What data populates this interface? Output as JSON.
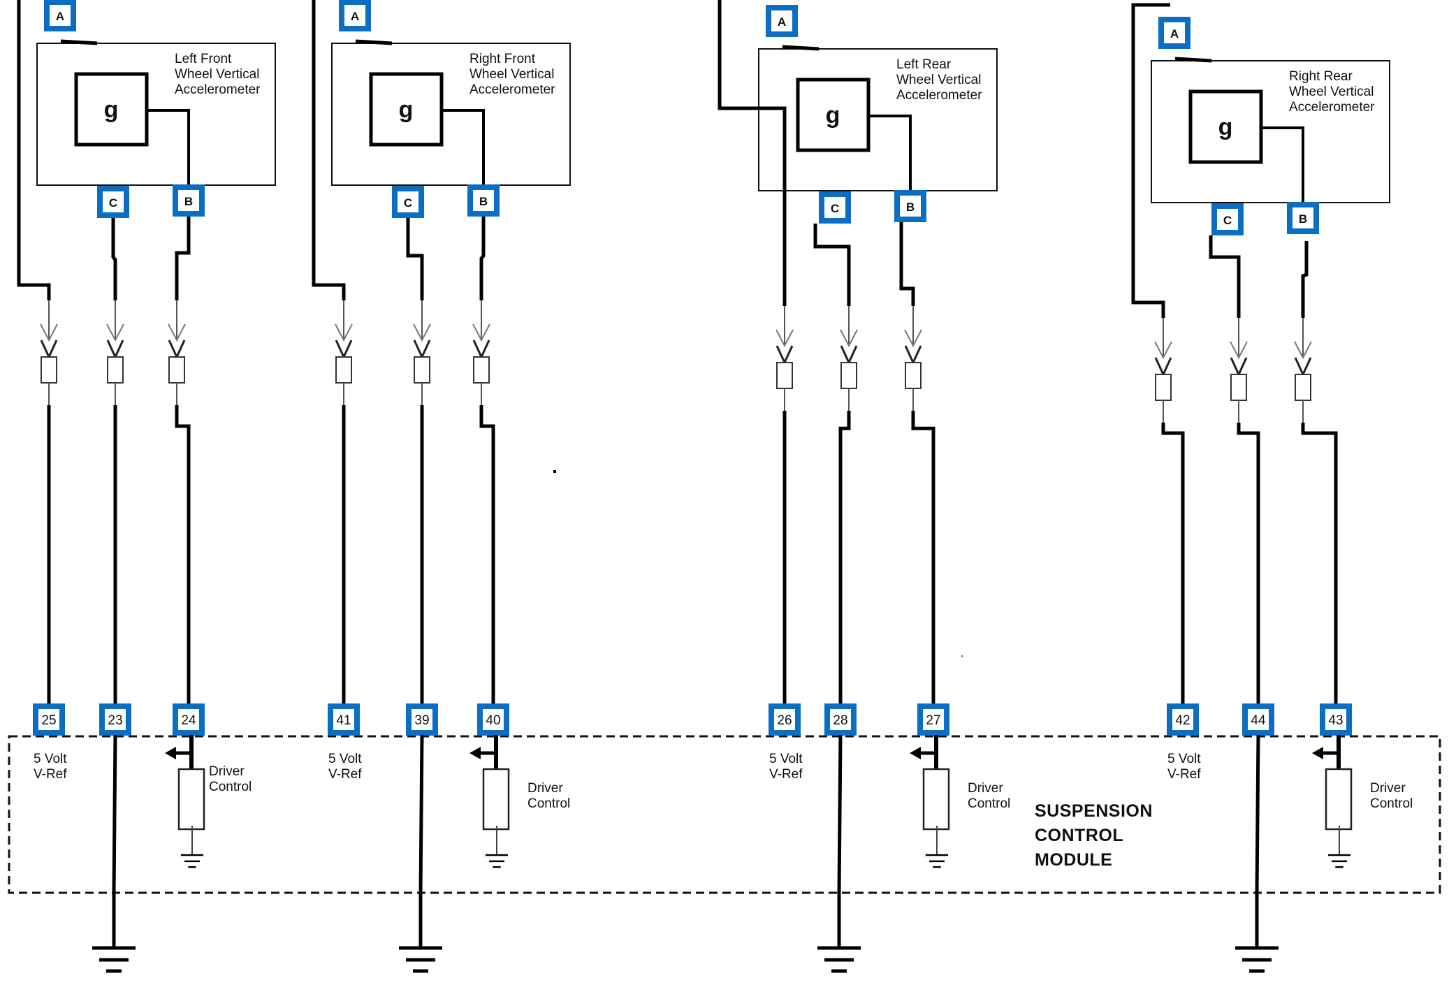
{
  "diagram": {
    "module": {
      "title_lines": [
        "SUSPENSION",
        "CONTROL",
        "MODULE"
      ]
    },
    "colors": {
      "pin_border": "#0a6fc2",
      "wire": "#000000",
      "connector": "#444444"
    },
    "sensor_pin_labels": {
      "a": "A",
      "b": "B",
      "c": "C"
    },
    "vref_label": [
      "5 Volt",
      "V-Ref"
    ],
    "driver_label": [
      "Driver",
      "Control"
    ],
    "sensor_glyph": "g",
    "sensors": [
      {
        "id": "left-front",
        "title_lines": [
          "Left Front",
          "Wheel Vertical",
          "Accelerometer"
        ],
        "module_pins": {
          "vref": "25",
          "ground": "23",
          "signal": "24"
        }
      },
      {
        "id": "right-front",
        "title_lines": [
          "Right Front",
          "Wheel Vertical",
          "Accelerometer"
        ],
        "module_pins": {
          "vref": "41",
          "ground": "39",
          "signal": "40"
        }
      },
      {
        "id": "left-rear",
        "title_lines": [
          "Left Rear",
          "Wheel Vertical",
          "Accelerometer"
        ],
        "module_pins": {
          "vref": "26",
          "ground": "28",
          "signal": "27"
        }
      },
      {
        "id": "right-rear",
        "title_lines": [
          "Right Rear",
          "Wheel Vertical",
          "Accelerometer"
        ],
        "module_pins": {
          "vref": "42",
          "ground": "44",
          "signal": "43"
        }
      }
    ]
  }
}
